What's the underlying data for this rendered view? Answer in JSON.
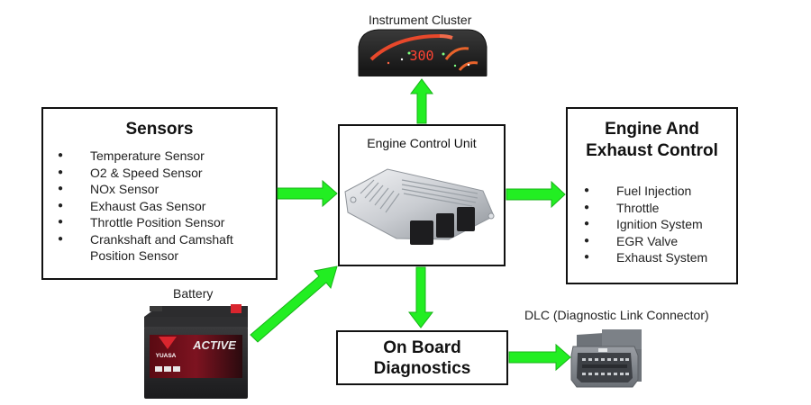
{
  "diagram": {
    "instrument_cluster": {
      "label": "Instrument Cluster",
      "display_value": "300"
    },
    "sensors": {
      "title": "Sensors",
      "items": [
        "Temperature Sensor",
        "O2 & Speed Sensor",
        "NOx Sensor",
        "Exhaust Gas Sensor",
        "Throttle Position Sensor",
        "Crankshaft and Camshaft Position Sensor"
      ],
      "item_last_line1": "Crankshaft and Camshaft",
      "item_last_line2": "Position Sensor"
    },
    "ecu": {
      "label": "Engine Control Unit"
    },
    "engine_exhaust": {
      "title_line1": "Engine And",
      "title_line2": "Exhaust Control",
      "items": [
        "Fuel Injection",
        "Throttle",
        "Ignition System",
        "EGR Valve",
        "Exhaust System"
      ]
    },
    "battery": {
      "label": "Battery",
      "brand": "YUASA",
      "model": "ACTIVE"
    },
    "obd": {
      "title_line1": "On Board",
      "title_line2": "Diagnostics"
    },
    "dlc": {
      "label": "DLC (Diagnostic Link Connector)"
    },
    "arrow_color": "#22ee22",
    "arrows": [
      {
        "from": "Sensors",
        "to": "Engine Control Unit"
      },
      {
        "from": "Engine Control Unit",
        "to": "Instrument Cluster"
      },
      {
        "from": "Engine Control Unit",
        "to": "Engine And Exhaust Control"
      },
      {
        "from": "Engine Control Unit",
        "to": "On Board Diagnostics"
      },
      {
        "from": "Battery",
        "to": "Engine Control Unit"
      },
      {
        "from": "On Board Diagnostics",
        "to": "DLC (Diagnostic Link Connector)"
      }
    ]
  }
}
